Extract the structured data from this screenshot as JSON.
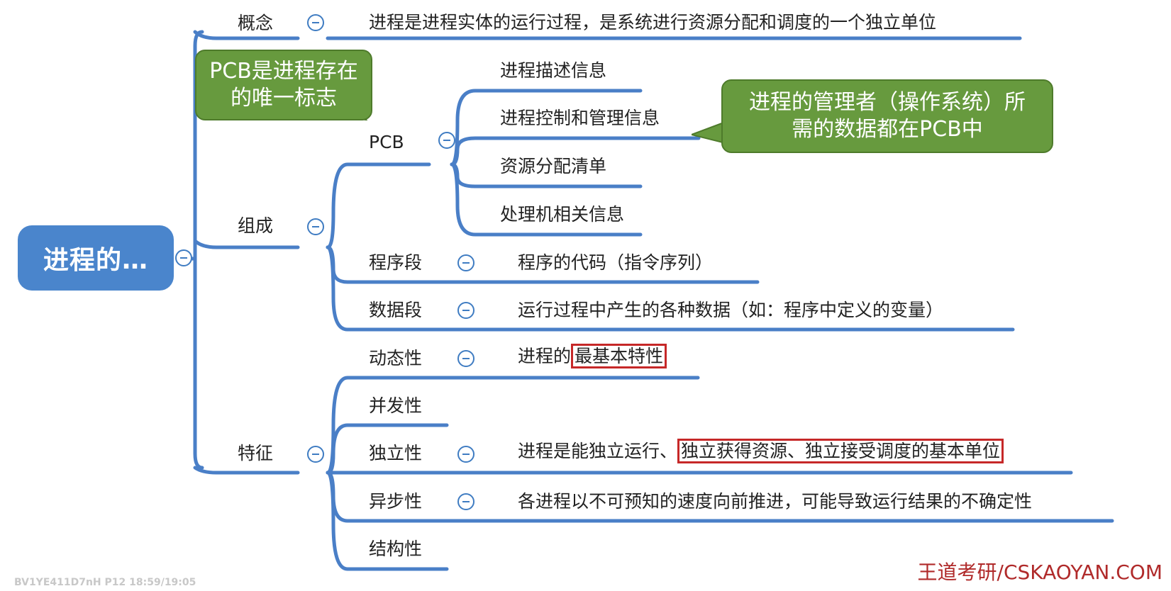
{
  "root": {
    "label": "进程的…"
  },
  "branches": {
    "concept": {
      "label": "概念",
      "desc": "进程是进程实体的运行过程，是系统进行资源分配和调度的一个独立单位"
    },
    "composition": {
      "label": "组成",
      "pcb": {
        "label": "PCB",
        "items": [
          "进程描述信息",
          "进程控制和管理信息",
          "资源分配清单",
          "处理机相关信息"
        ]
      },
      "program": {
        "label": "程序段",
        "desc": "程序的代码（指令序列）"
      },
      "data": {
        "label": "数据段",
        "desc": "运行过程中产生的各种数据（如：程序中定义的变量）"
      }
    },
    "features": {
      "label": "特征",
      "dynamic": {
        "label": "动态性",
        "desc_prefix": "进程的",
        "desc_highlight": "最基本特性"
      },
      "concurrent": {
        "label": "并发性"
      },
      "independent": {
        "label": "独立性",
        "desc_prefix": "进程是能独立运行、",
        "desc_highlight": "独立获得资源、独立接受调度的基本单位"
      },
      "async": {
        "label": "异步性",
        "desc": "各进程以不可预知的速度向前推进，可能导致运行结果的不确定性"
      },
      "structure": {
        "label": "结构性"
      }
    }
  },
  "callouts": {
    "pcb_unique": "PCB是进程存在的唯一标志",
    "os_data": "进程的管理者（操作系统）所需的数据都在PCB中"
  },
  "watermark": "王道考研/CSKAOYAN.COM",
  "corner_code": "BV1YE411D7nH P12 18:59/19:05",
  "colors": {
    "line": "#4a7fc7",
    "root": "#4a85cc",
    "callout": "#679a3e",
    "highlight": "#c62828"
  }
}
